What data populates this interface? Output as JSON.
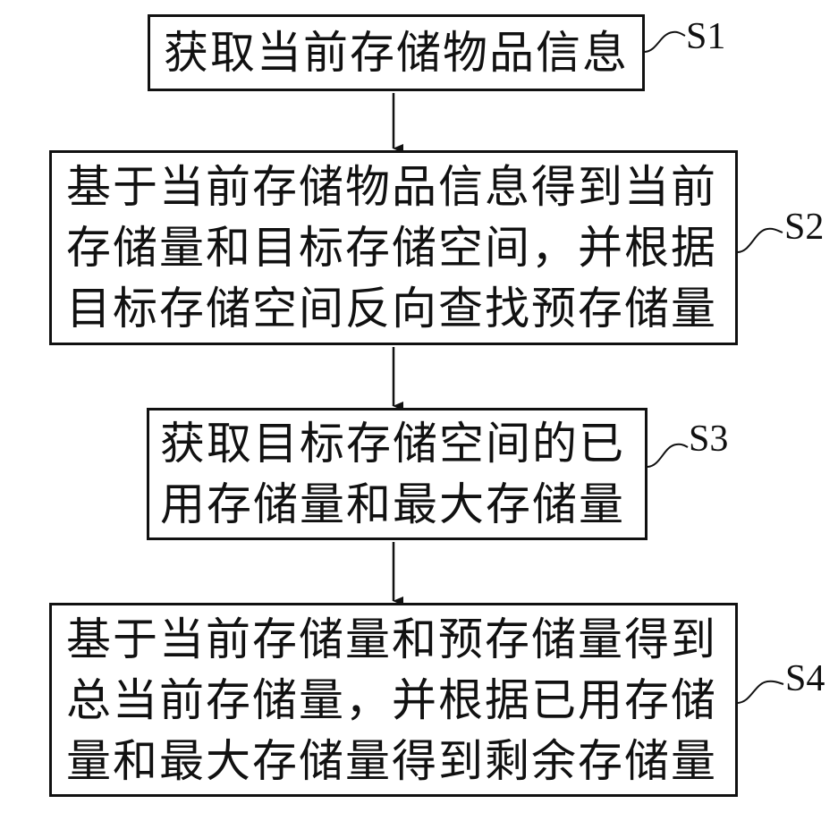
{
  "steps": [
    {
      "tag": "S1",
      "lines": [
        "获取当前存储物品信息"
      ]
    },
    {
      "tag": "S2",
      "lines": [
        "基于当前存储物品信息得到当前",
        "存储量和目标存储空间，并根据",
        "目标存储空间反向查找预存储量"
      ]
    },
    {
      "tag": "S3",
      "lines": [
        "获取目标存储空间的已",
        "用存储量和最大存储量"
      ]
    },
    {
      "tag": "S4",
      "lines": [
        "基于当前存储量和预存储量得到",
        "总当前存储量，并根据已用存储",
        "量和最大存储量得到剩余存储量"
      ]
    }
  ],
  "colors": {
    "stroke": "#111111",
    "background": "#ffffff"
  }
}
